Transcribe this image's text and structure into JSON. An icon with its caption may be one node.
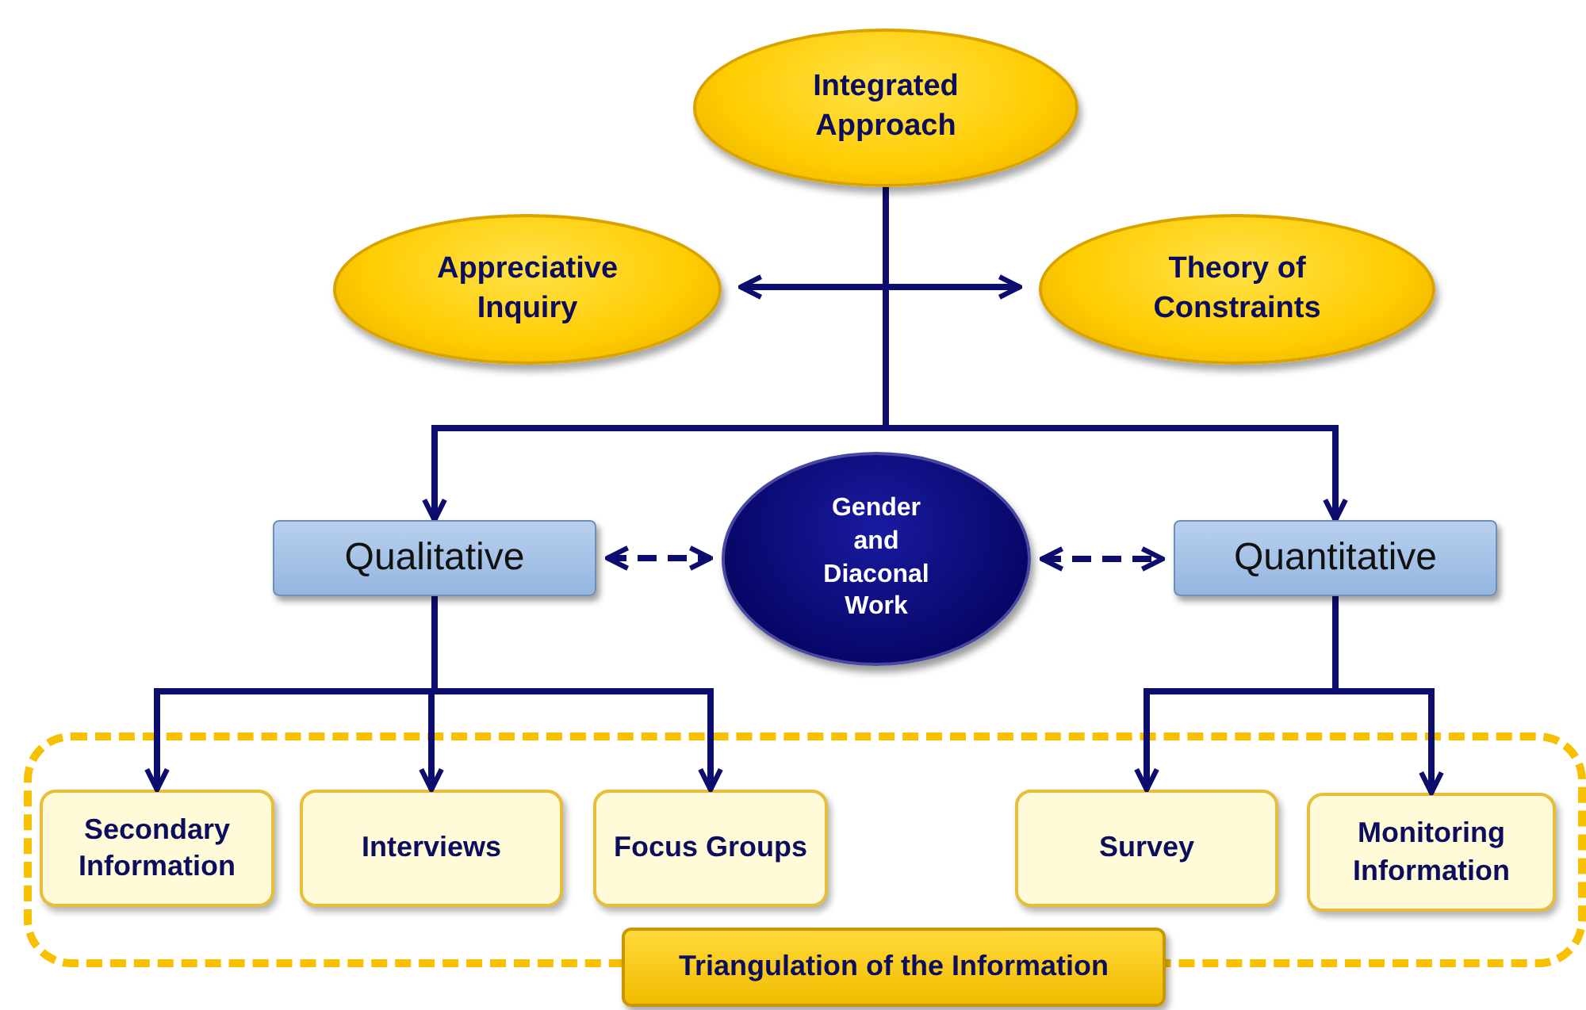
{
  "diagram": {
    "nodes": [
      {
        "text": [
          "Integrated Approach"
        ]
      },
      {
        "text": [
          "Appreciative Inquiry"
        ]
      },
      {
        "text": [
          "Theory of Constraints"
        ]
      },
      {
        "text": [
          "Qualitative"
        ]
      },
      {
        "text": [
          "Gender and Diaconal Work"
        ]
      },
      {
        "text": [
          "Quantitative"
        ]
      },
      {
        "text": [],
        "shape": "box"
      },
      {
        "text": [
          "Secondary Information"
        ],
        "in": 6
      },
      {
        "text": [
          "Interviews"
        ],
        "in": 6
      },
      {
        "text": [
          "Focus Groups"
        ],
        "in": 6
      },
      {
        "text": [
          "Survey"
        ],
        "in": 6
      },
      {
        "text": [
          "Monitoring Information"
        ],
        "in": 6
      },
      {
        "text": [
          "Triangulation of the Information"
        ]
      }
    ],
    "edges": [
      {
        "from": 1,
        "to": 2,
        "arrow": "both"
      },
      {
        "from": 0,
        "to": 3,
        "arrow": "to"
      },
      {
        "from": 0,
        "to": 5,
        "arrow": "to"
      },
      {
        "from": 3,
        "to": 4,
        "arrow": "both",
        "style": "dashed"
      },
      {
        "from": 4,
        "to": 5,
        "arrow": "both",
        "style": "dashed"
      },
      {
        "from": 3,
        "to": 7,
        "arrow": "to"
      },
      {
        "from": 3,
        "to": 8,
        "arrow": "to"
      },
      {
        "from": 3,
        "to": 9,
        "arrow": "to"
      },
      {
        "from": 5,
        "to": 10,
        "arrow": "to"
      },
      {
        "from": 5,
        "to": 11,
        "arrow": "to"
      }
    ]
  }
}
